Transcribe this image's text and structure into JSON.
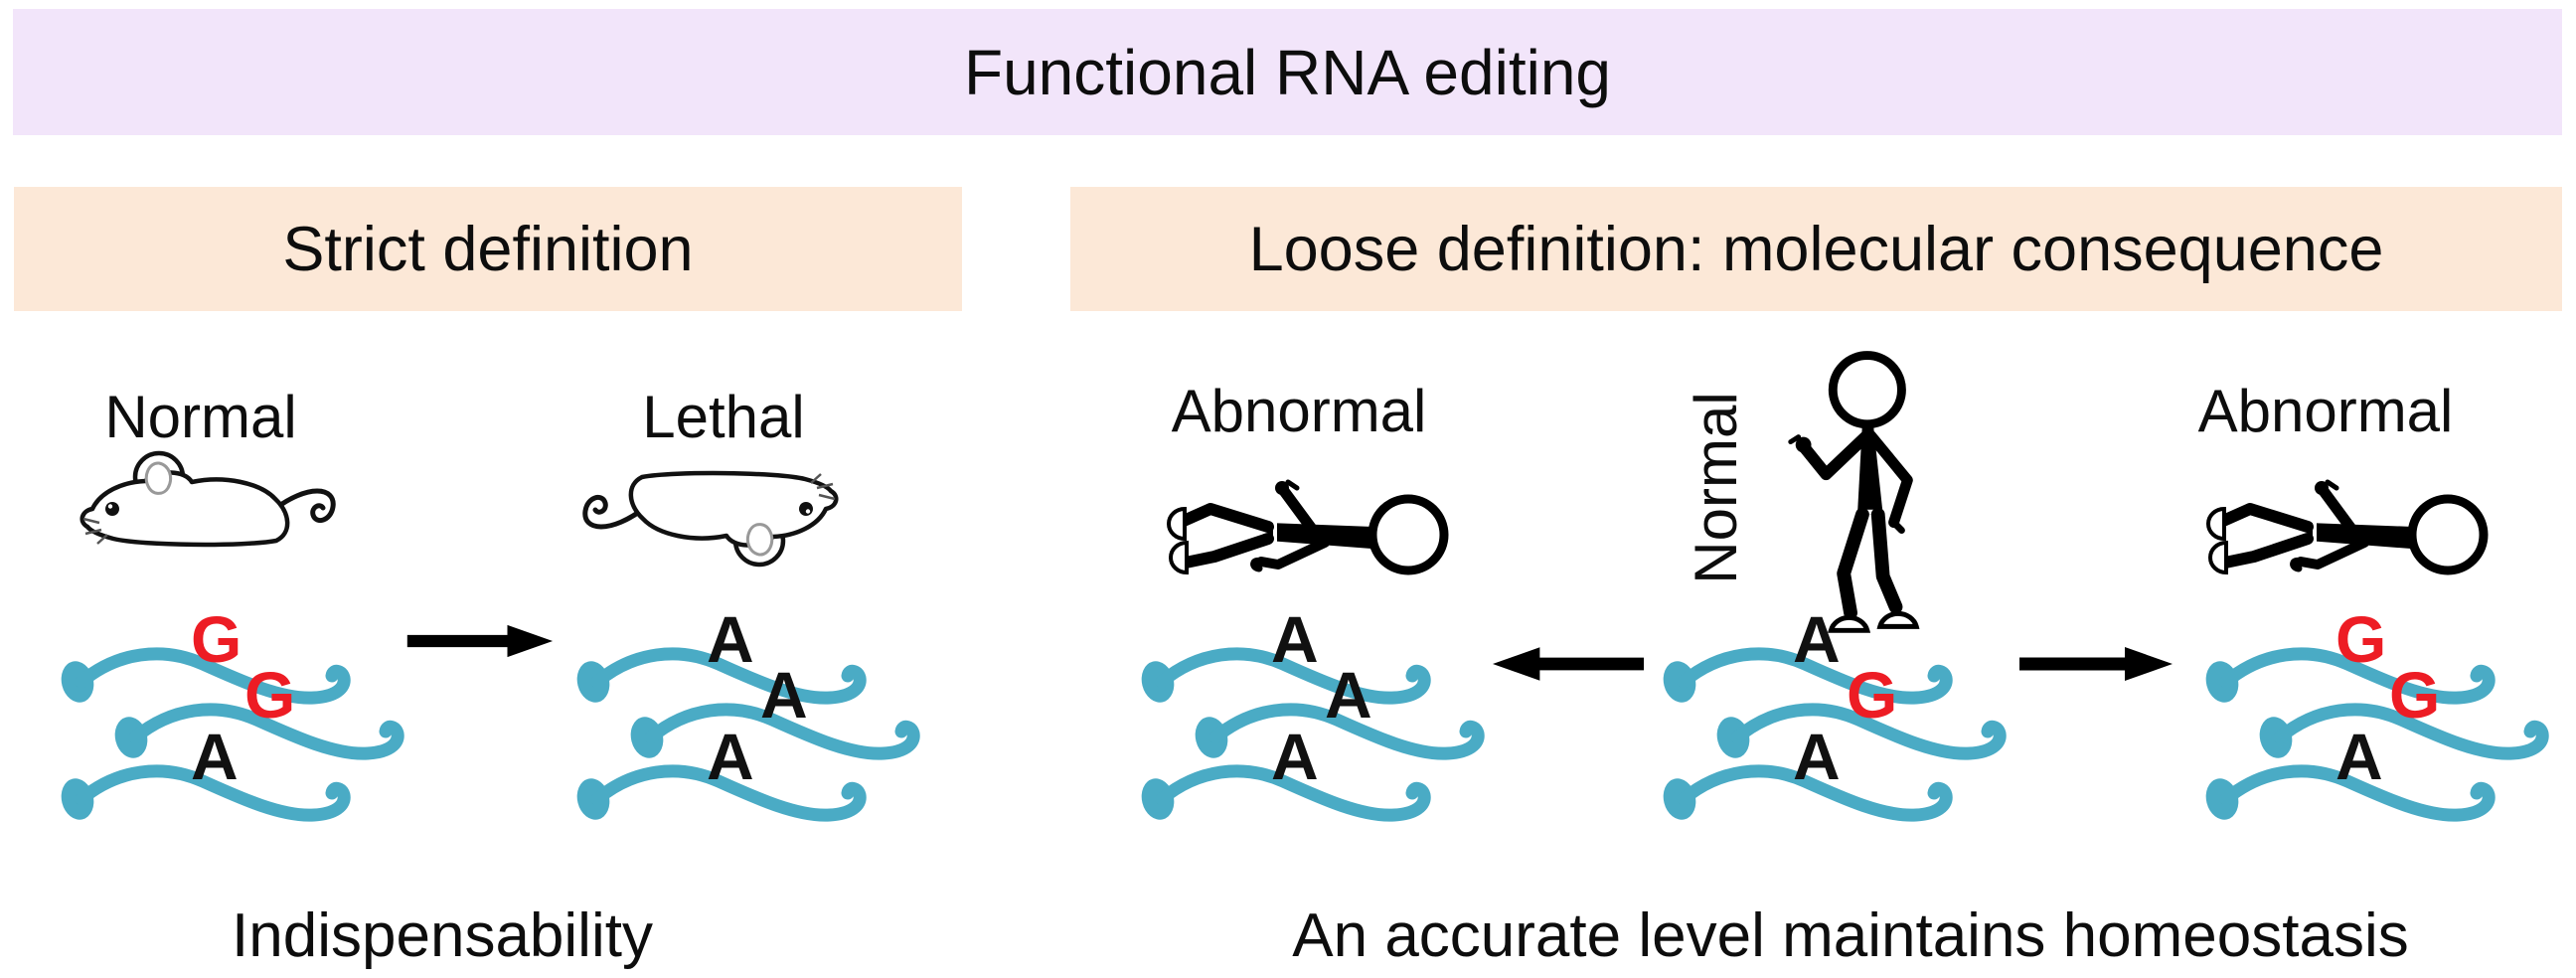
{
  "title": "Functional RNA editing",
  "colors": {
    "title_bg": "#f2e5fa",
    "header_bg": "#fce8d7",
    "strand": "#4aabc5",
    "edited_base": "#ed1c24",
    "normal_base": "#111111",
    "text": "#0d0d0d"
  },
  "strict": {
    "header": "Strict definition",
    "normal_label": "Normal",
    "lethal_label": "Lethal",
    "caption": "Indispensability",
    "normal_rna": [
      {
        "base": "G",
        "edited": true
      },
      {
        "base": "G",
        "edited": true
      },
      {
        "base": "A",
        "edited": false
      }
    ],
    "lethal_rna": [
      {
        "base": "A",
        "edited": false
      },
      {
        "base": "A",
        "edited": false
      },
      {
        "base": "A",
        "edited": false
      }
    ]
  },
  "loose": {
    "header": "Loose definition: molecular consequence",
    "left_label": "Abnormal",
    "center_label": "Normal",
    "right_label": "Abnormal",
    "caption": "An accurate level maintains homeostasis",
    "left_rna": [
      {
        "base": "A",
        "edited": false
      },
      {
        "base": "A",
        "edited": false
      },
      {
        "base": "A",
        "edited": false
      }
    ],
    "center_rna": [
      {
        "base": "A",
        "edited": false
      },
      {
        "base": "G",
        "edited": true
      },
      {
        "base": "A",
        "edited": false
      }
    ],
    "right_rna": [
      {
        "base": "G",
        "edited": true
      },
      {
        "base": "G",
        "edited": true
      },
      {
        "base": "A",
        "edited": false
      }
    ]
  },
  "icons": {
    "normal_mouse": "mouse-icon",
    "lethal_mouse": "dead-mouse-icon",
    "walking_person": "walking-person-icon",
    "fallen_person": "fallen-person-icon",
    "right_arrow": "arrow-right-icon",
    "left_arrow": "arrow-left-icon",
    "rna_strand": "rna-strand-icon"
  }
}
